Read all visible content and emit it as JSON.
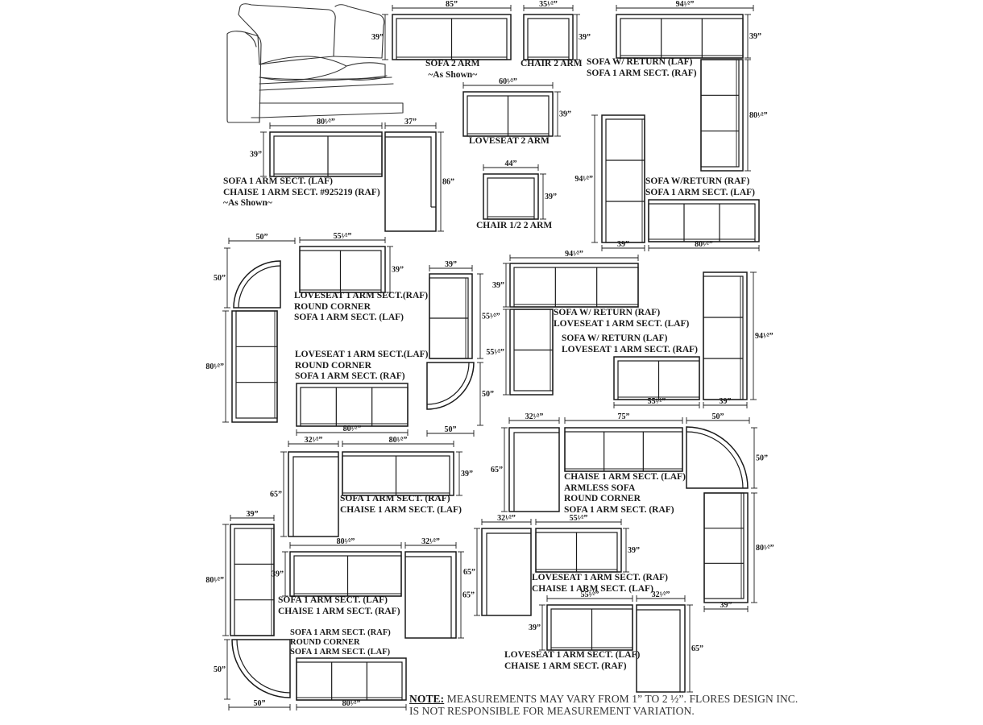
{
  "labels": {
    "sofa_2_arm": [
      "SOFA 2 ARM",
      "~As Shown~"
    ],
    "chair_2_arm": [
      "CHAIR 2 ARM"
    ],
    "sofa_return_laf": [
      "SOFA W/ RETURN (LAF)",
      "SOFA 1 ARM SECT. (RAF)"
    ],
    "loveseat_2_arm": [
      "LOVESEAT 2 ARM"
    ],
    "sofa_chaise_as_shown": [
      "SOFA 1 ARM SECT. (LAF)",
      "CHAISE 1 ARM SECT. #925219 (RAF)",
      "~As Shown~"
    ],
    "chair_half_2_arm": [
      "CHAIR 1/2  2 ARM"
    ],
    "sofa_return_raf": [
      "SOFA W/RETURN (RAF)",
      "SOFA 1 ARM SECT. (LAF)"
    ],
    "loveseat_rc_sofa": [
      "LOVESEAT 1 ARM SECT.(RAF)",
      "ROUND CORNER",
      "SOFA 1 ARM SECT. (LAF)"
    ],
    "sofa_return_love_laf": [
      "SOFA W/ RETURN (RAF)",
      "LOVESEAT  1 ARM SECT. (LAF)"
    ],
    "sofa_return_love_raf": [
      "SOFA  W/ RETURN (LAF)",
      "LOVESEAT 1 ARM SECT. (RAF)"
    ],
    "loveseat_laf_rc_sofa": [
      "LOVESEAT 1 ARM SECT.(LAF)",
      "ROUND CORNER",
      "SOFA 1 ARM SECT. (RAF)"
    ],
    "chaise_armless_rc": [
      "CHAISE 1 ARM SECT. (LAF)",
      "ARMLESS SOFA",
      "ROUND CORNER",
      "SOFA 1 ARM SECT. (RAF)"
    ],
    "sofa_raf_chaise_laf": [
      "SOFA 1 ARM SECT. (RAF)",
      "CHAISE 1 ARM SECT. (LAF)"
    ],
    "loveseat_raf_chaise_laf": [
      "LOVESEAT 1 ARM SECT. (RAF)",
      "CHAISE 1 ARM SECT. (LAF)"
    ],
    "sofa_laf_chaise_raf": [
      "SOFA 1 ARM SECT. (LAF)",
      "CHAISE 1 ARM SECT. (RAF)"
    ],
    "sofa_rc_sofa": [
      "SOFA 1 ARM SECT. (RAF)",
      "ROUND CORNER",
      "SOFA 1 ARM SECT. (LAF)"
    ],
    "loveseat_laf_chaise_raf": [
      "LOVESEAT 1 ARM SECT. (LAF)",
      "CHAISE 1 ARM SECT. (RAF)"
    ]
  },
  "dimensions": {
    "d_85": "85”",
    "d_35": "35¹⁄²”",
    "d_94": "94¹⁄²”",
    "d_39": "39”",
    "d_60": "60¹⁄²”",
    "d_80": "80¹⁄²”",
    "d_37": "37”",
    "d_86": "86”",
    "d_44": "44”",
    "d_50": "50”",
    "d_55": "55¹⁄²”",
    "d_32": "32¹⁄²”",
    "d_65": "65”",
    "d_75": "75”"
  },
  "note": {
    "keyword": "NOTE:",
    "line1": " MEASUREMENTS MAY VARY FROM 1” TO 2 ½”. FLORES DESIGN INC.",
    "line2": "IS NOT RESPONSIBLE FOR MEASUREMENT VARIATION."
  },
  "colors": {
    "ink": "#1a1a1a",
    "paper": "#ffffff"
  }
}
